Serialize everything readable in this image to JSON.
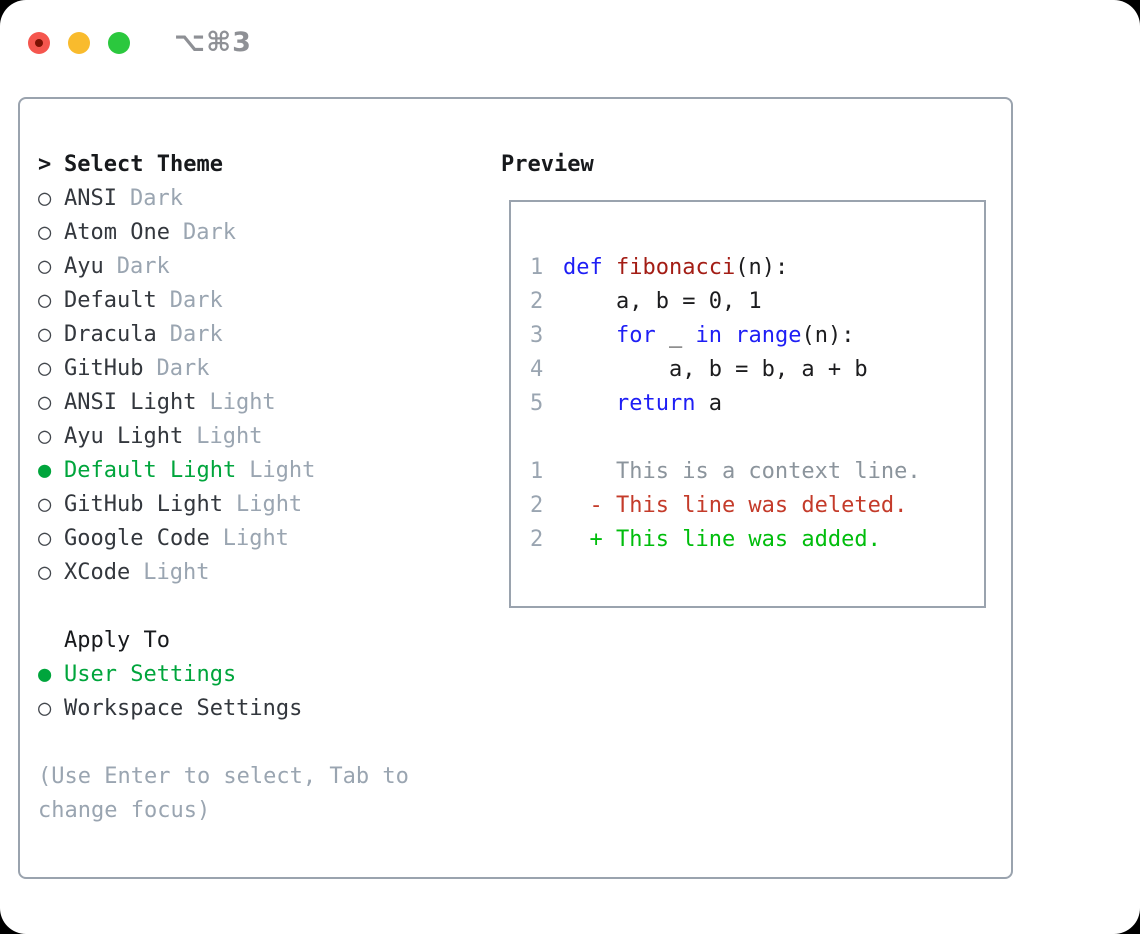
{
  "window": {
    "title": "⌥⌘3",
    "traffic_lights": [
      "close",
      "minimize",
      "zoom"
    ]
  },
  "select_theme": {
    "header_marker": ">",
    "header": "Select Theme",
    "items": [
      {
        "marker": "○",
        "name": "ANSI",
        "tag": "Dark",
        "selected": false
      },
      {
        "marker": "○",
        "name": "Atom One",
        "tag": "Dark",
        "selected": false
      },
      {
        "marker": "○",
        "name": "Ayu",
        "tag": "Dark",
        "selected": false
      },
      {
        "marker": "○",
        "name": "Default",
        "tag": "Dark",
        "selected": false
      },
      {
        "marker": "○",
        "name": "Dracula",
        "tag": "Dark",
        "selected": false
      },
      {
        "marker": "○",
        "name": "GitHub",
        "tag": "Dark",
        "selected": false
      },
      {
        "marker": "○",
        "name": "ANSI Light",
        "tag": "Light",
        "selected": false
      },
      {
        "marker": "○",
        "name": "Ayu Light",
        "tag": "Light",
        "selected": false
      },
      {
        "marker": "●",
        "name": "Default Light",
        "tag": "Light",
        "selected": true
      },
      {
        "marker": "○",
        "name": "GitHub Light",
        "tag": "Light",
        "selected": false
      },
      {
        "marker": "○",
        "name": "Google Code",
        "tag": "Light",
        "selected": false
      },
      {
        "marker": "○",
        "name": "XCode",
        "tag": "Light",
        "selected": false
      }
    ]
  },
  "apply_to": {
    "header": "Apply To",
    "options": [
      {
        "marker": "●",
        "label": "User Settings",
        "selected": true
      },
      {
        "marker": "○",
        "label": "Workspace Settings",
        "selected": false
      }
    ]
  },
  "footer": {
    "line1": "(Use Enter to select, Tab to",
    "line2": "change focus)"
  },
  "preview": {
    "header": "Preview",
    "code_lines": [
      {
        "num": "1",
        "segs": [
          {
            "type": "keyword",
            "t": "def "
          },
          {
            "type": "function",
            "t": "fibonacci"
          },
          {
            "type": "plain",
            "t": "(n):"
          }
        ]
      },
      {
        "num": "2",
        "segs": [
          {
            "type": "plain",
            "t": "    a, b = 0, 1"
          }
        ]
      },
      {
        "num": "3",
        "segs": [
          {
            "type": "plain",
            "t": "    "
          },
          {
            "type": "keyword",
            "t": "for"
          },
          {
            "type": "plain",
            "t": " _ "
          },
          {
            "type": "keyword",
            "t": "in"
          },
          {
            "type": "plain",
            "t": " "
          },
          {
            "type": "keyword",
            "t": "range"
          },
          {
            "type": "plain",
            "t": "(n):"
          }
        ]
      },
      {
        "num": "4",
        "segs": [
          {
            "type": "plain",
            "t": "        a, b = b, a + b"
          }
        ]
      },
      {
        "num": "5",
        "segs": [
          {
            "type": "plain",
            "t": "    "
          },
          {
            "type": "keyword",
            "t": "return"
          },
          {
            "type": "plain",
            "t": " a"
          }
        ]
      }
    ],
    "diff_lines": [
      {
        "num": "1",
        "type": "context",
        "text": "    This is a context line."
      },
      {
        "num": "2",
        "type": "deleted",
        "text": "  - This line was deleted."
      },
      {
        "num": "2",
        "type": "added",
        "text": "  + This line was added."
      }
    ]
  },
  "colors": {
    "selected_green": "#00a53c",
    "added_green": "#00bd0c",
    "deleted_red": "#c43b2a",
    "keyword_blue": "#1e1ef5",
    "function_red": "#a31d15",
    "muted_gray": "#9aa5b1",
    "border_gray": "#9aa3ae",
    "traffic_red": "#f5564e",
    "traffic_yellow": "#f9bb2d",
    "traffic_green": "#2bc83e"
  }
}
